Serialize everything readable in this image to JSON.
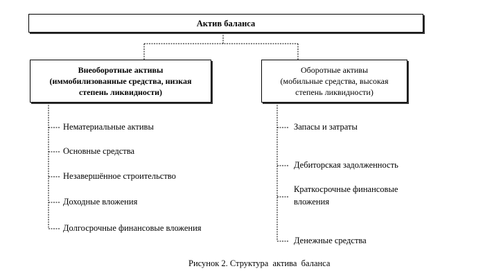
{
  "root": {
    "label": "Актив баланса"
  },
  "left": {
    "title": "Внеоборотные активы",
    "subtitle": "(иммобилизованные средства, низкая степень ликвидности)",
    "items": [
      "Нематериальные активы",
      "Основные средства",
      "Незавершённое строительство",
      "Доходные вложения",
      "Долгосрочные финансовые вложения"
    ]
  },
  "right": {
    "title": "Оборотные активы",
    "subtitle": "(мобильные средства, высокая степень ликвидности)",
    "items": [
      "Запасы и затраты",
      "Дебиторская задолженность",
      "Краткосрочные финансовые вложения",
      "Денежные средства"
    ]
  },
  "caption": "Рисунок 2. Структура  актива  баланса"
}
